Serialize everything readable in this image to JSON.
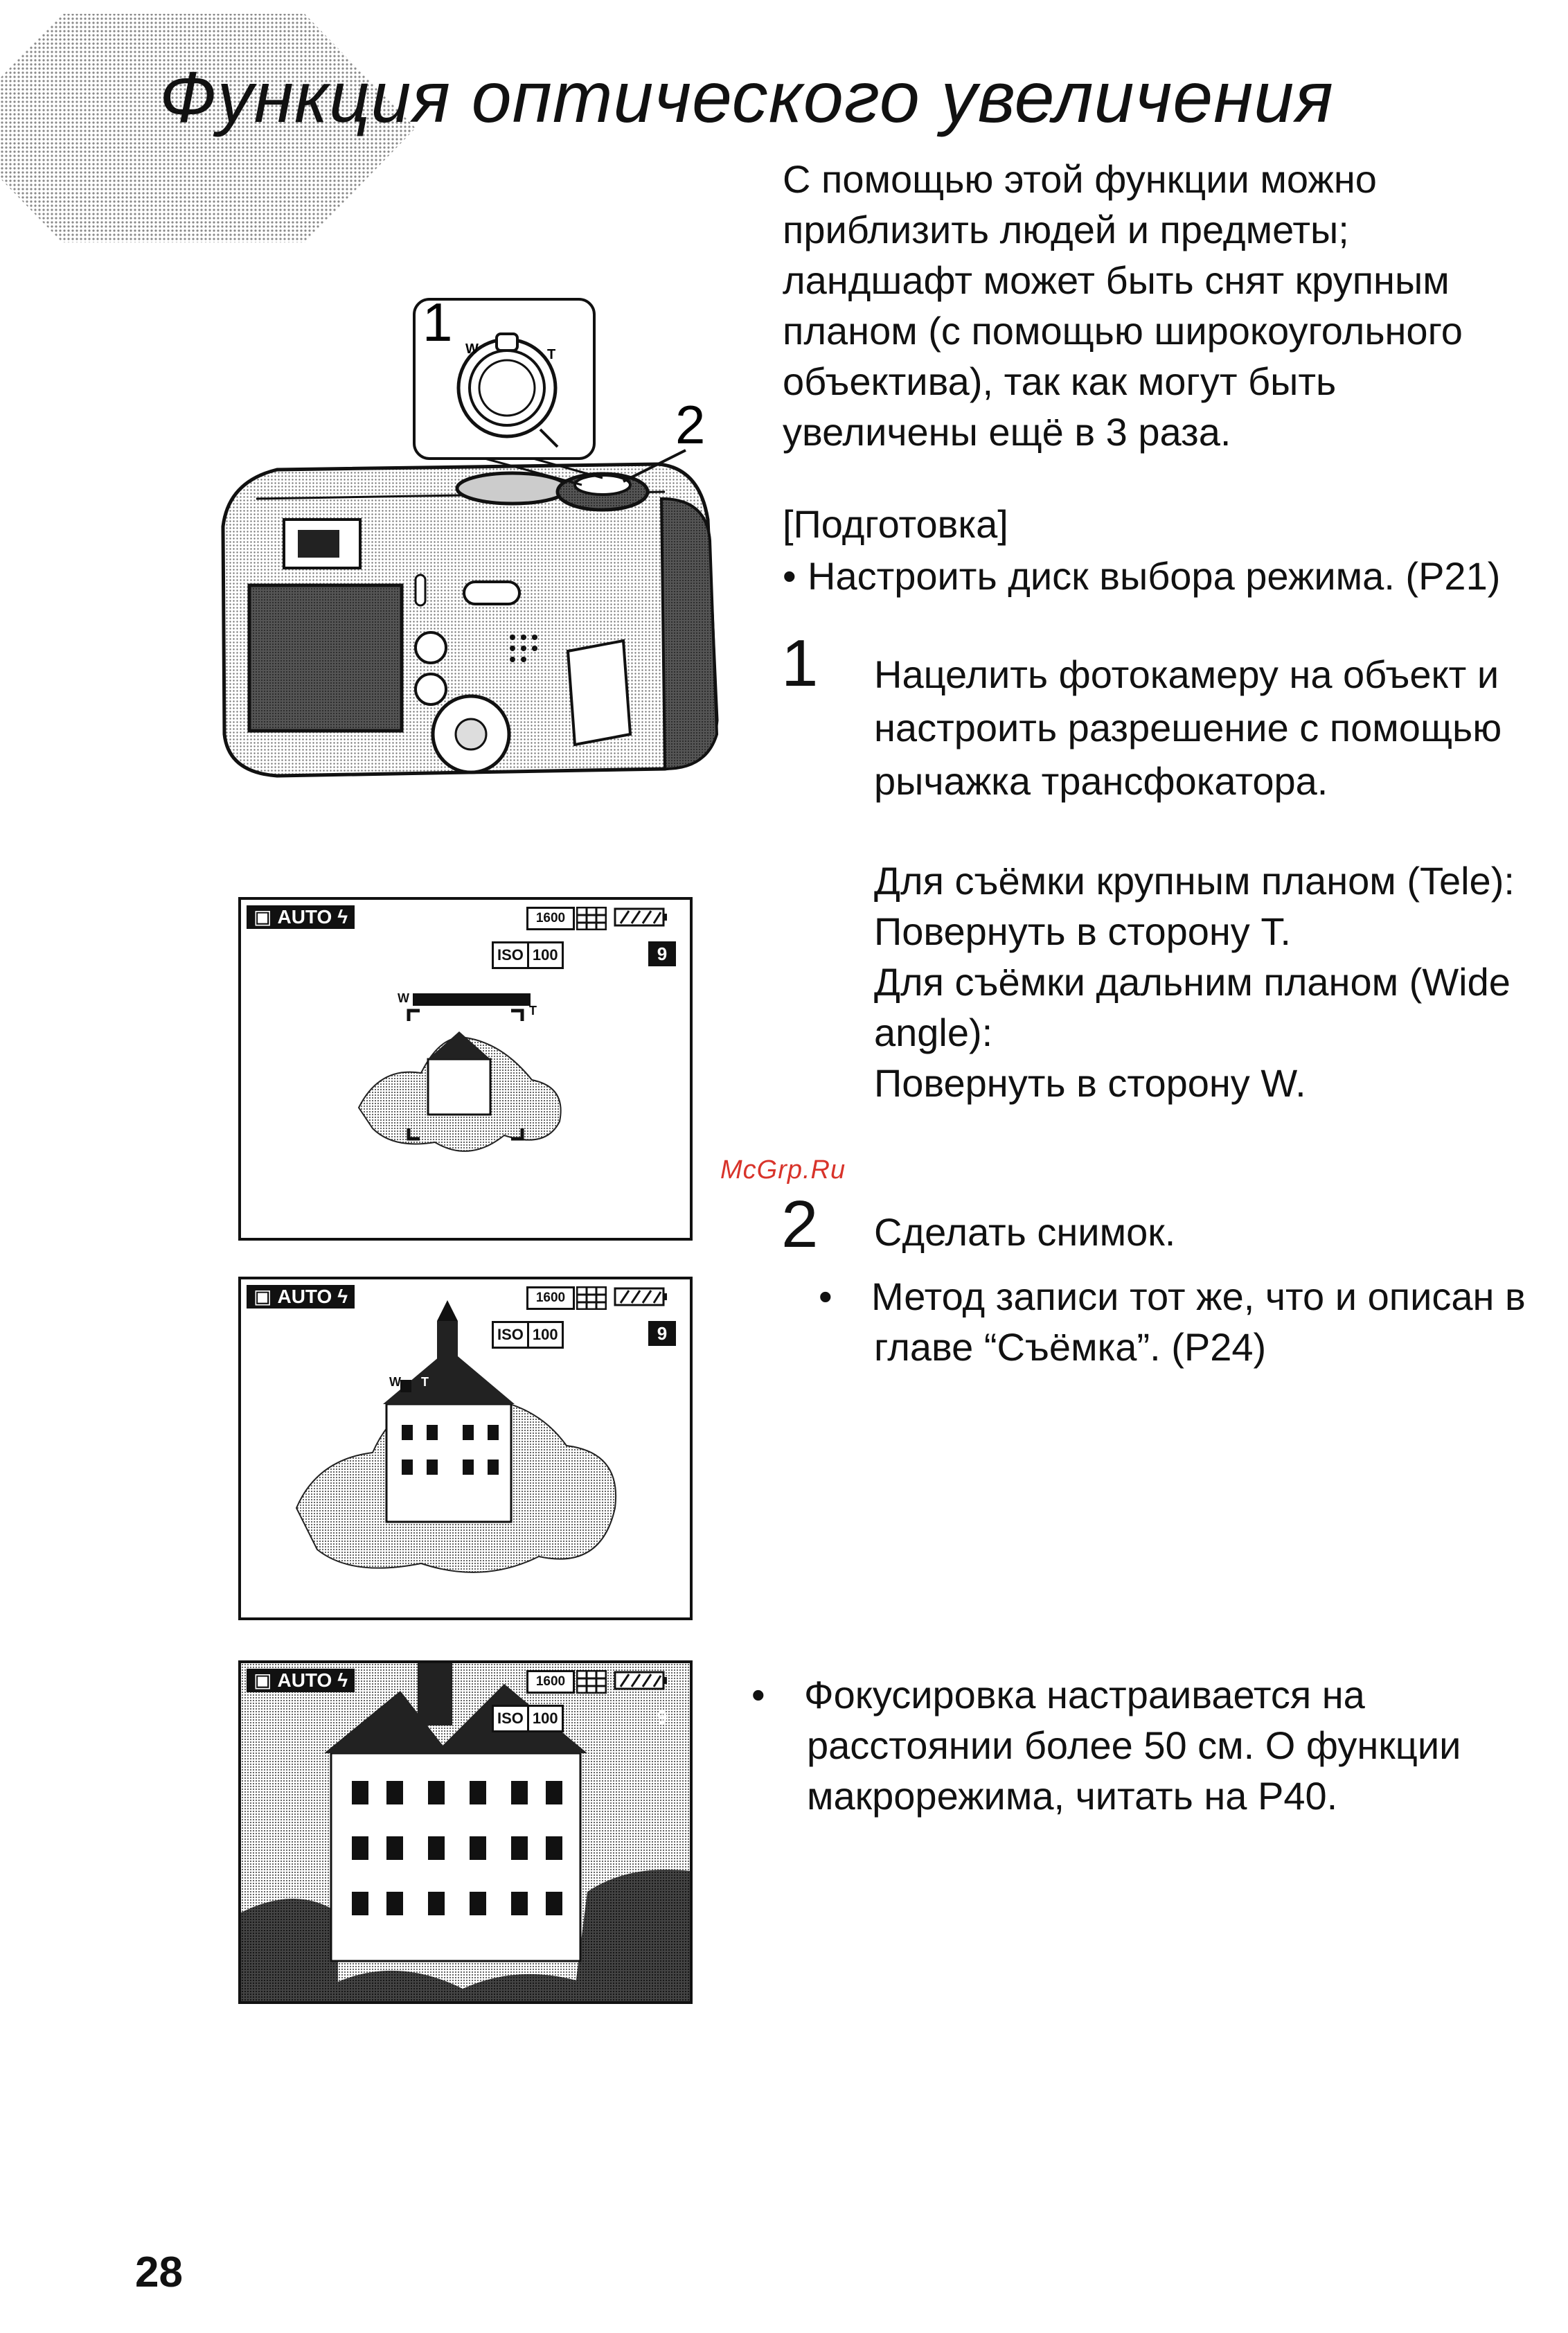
{
  "title": "Функция оптического увеличения",
  "intro": "С помощью этой функции можно приблизить людей и предметы; ландшафт может быть снят крупным планом (с помощью широкоугольного объектива), так как могут быть увеличены ещё в 3 раза.",
  "preparation": {
    "heading": "[Подготовка]",
    "item": "Настроить диск выбора режима. (P21)"
  },
  "steps": [
    {
      "number": "1",
      "text": "Нацелить фотокамеру на объект и настроить разрешение с помощью рычажка трансфокатора.",
      "sub": [
        "Для съёмки крупным планом (Tele):",
        "Повернуть в сторону T.",
        "Для съёмки дальним планом (Wide angle):",
        "Повернуть в сторону W."
      ]
    },
    {
      "number": "2",
      "text": "Сделать снимок.",
      "bullet": "Метод записи тот же, что и описан в главе “Съёмка”. (P24)"
    }
  ],
  "focus_note": "Фокусировка настраивается на расстоянии более 50 см. О функции макрорежима, читать на P40.",
  "watermark": "McGrp.Ru",
  "page_number": "28",
  "camera_callouts": {
    "lever": "1",
    "shutter": "2",
    "lever_w": "W",
    "lever_t": "T"
  },
  "screens": [
    {
      "mode": "AUTO",
      "resolution": "1600",
      "iso_label": "ISO",
      "iso_value": "100",
      "shots": "9",
      "zoom_w": "W",
      "zoom_t": "T"
    },
    {
      "mode": "AUTO",
      "resolution": "1600",
      "iso_label": "ISO",
      "iso_value": "100",
      "shots": "9",
      "zoom_w": "W",
      "zoom_t": "T"
    },
    {
      "mode": "AUTO",
      "resolution": "1600",
      "iso_label": "ISO",
      "iso_value": "100",
      "shots": "9"
    }
  ],
  "bullet_glyph": "•"
}
